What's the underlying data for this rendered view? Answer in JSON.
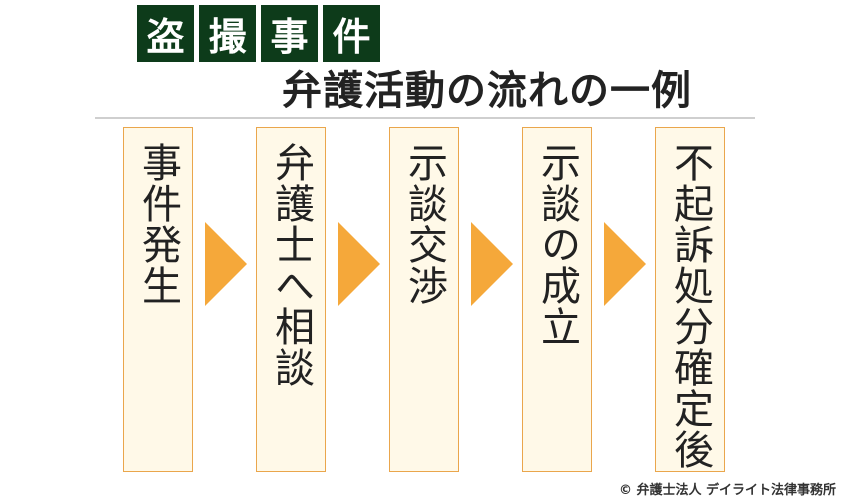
{
  "title_chars": [
    "盗",
    "撮",
    "事",
    "件"
  ],
  "subtitle": "弁護活動の流れの一例",
  "steps": [
    "事件発生",
    "弁護士へ相談",
    "示談交渉",
    "示談の成立",
    "不起訴処分確定後"
  ],
  "copyright": "© 弁護士法人 デイライト法律事務所",
  "colors": {
    "title_bg": "#0d3b1a",
    "box_fill": "#fff9e8",
    "box_border": "#eaa64c",
    "arrow": "#f5a83a"
  }
}
